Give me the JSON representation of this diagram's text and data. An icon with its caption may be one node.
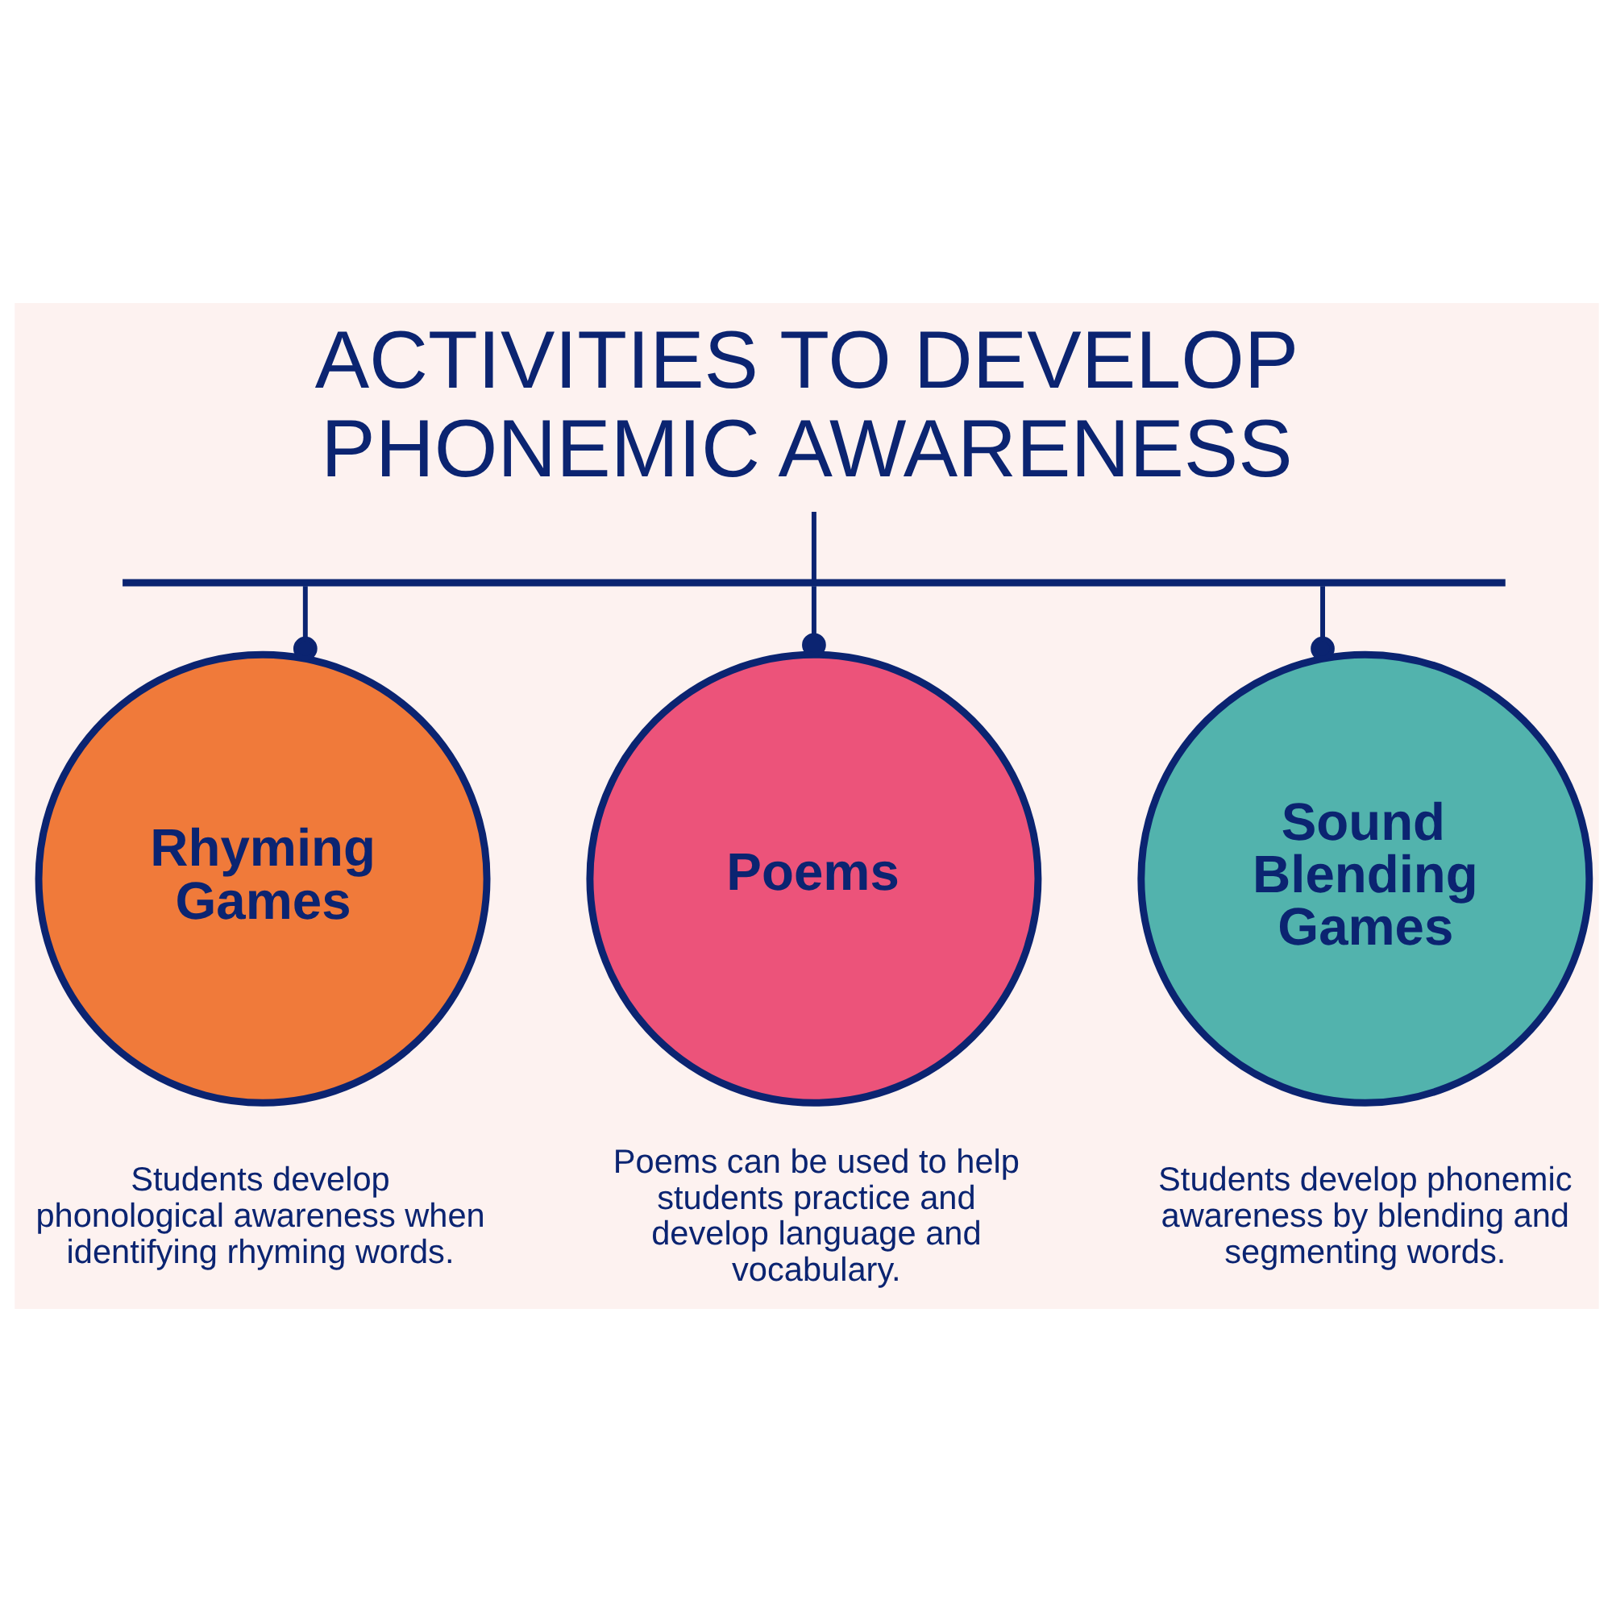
{
  "diagram": {
    "title": "ACTIVITIES TO DEVELOP PHONEMIC AWARENESS",
    "nodes": [
      {
        "text": [],
        "shape": "bar"
      },
      {
        "text": [
          "Rhyming Games"
        ],
        "beside": [
          "Students develop phonological awareness when identifying rhyming words."
        ]
      },
      {
        "text": [
          "Poems"
        ],
        "beside": [
          "Poems can be used to help students practice and develop language and vocabulary."
        ]
      },
      {
        "text": [
          "Sound Blending Games"
        ],
        "beside": [
          "Students develop phonemic awareness by blending and segmenting words."
        ]
      }
    ],
    "edges": [
      {
        "from": null,
        "to": 0,
        "arrow": "none"
      },
      {
        "from": 0,
        "to": 1,
        "arrow": "other"
      },
      {
        "from": 0,
        "to": 2,
        "arrow": "other"
      },
      {
        "from": 0,
        "to": 3,
        "arrow": "other"
      }
    ]
  }
}
